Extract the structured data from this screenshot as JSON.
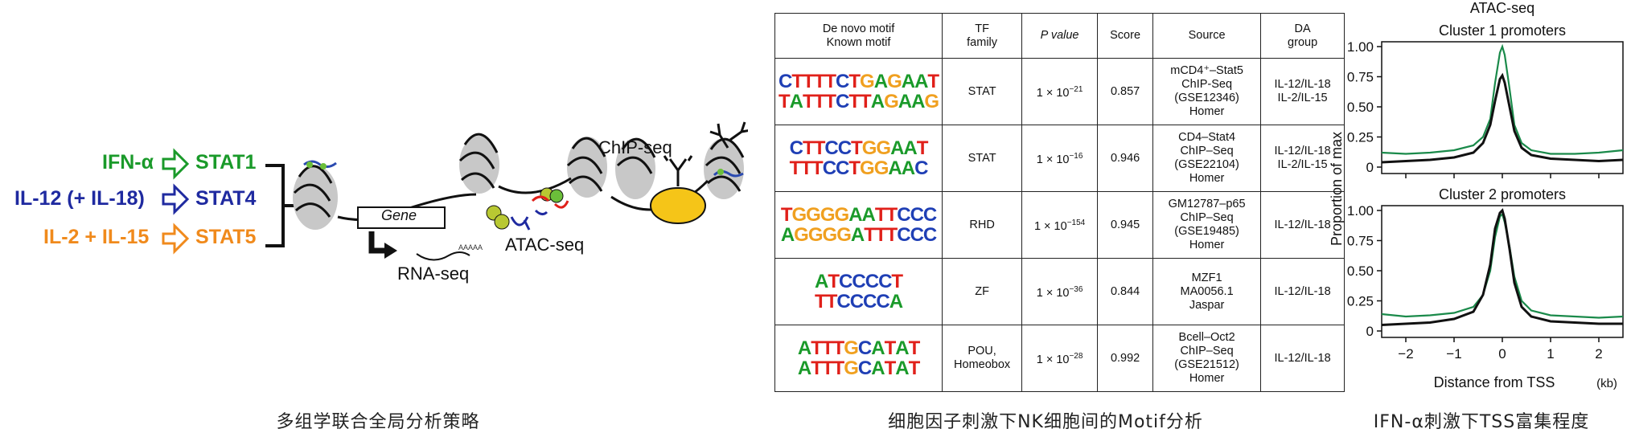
{
  "left_panel": {
    "signals": [
      {
        "stimulus": "IFN-α",
        "stat": "STAT1",
        "color": "#1a9a2a"
      },
      {
        "stimulus": "IL-12 (+ IL-18)",
        "stat": "STAT4",
        "color": "#1f2aa0"
      },
      {
        "stimulus": "IL-2 + IL-15",
        "stat": "STAT5",
        "color": "#f08a1c"
      }
    ],
    "gene_label": "Gene",
    "rnaseq_label": "RNA-seq",
    "atacseq_label": "ATAC-seq",
    "chipseq_label": "ChIP-seq",
    "caption": "多组学联合全局分析策略"
  },
  "motif_table": {
    "headers": [
      "De novo motif\nKnown motif",
      "TF\nfamily",
      "P value",
      "Score",
      "Source",
      "DA\ngroup"
    ],
    "rows": [
      {
        "logo_top": "CTTTTCTGAGAAT",
        "logo_bottom": "TATTTCTTAGAAG",
        "family": "STAT",
        "pvalue_mantissa": "1 × 10",
        "pvalue_exp": "−21",
        "score": "0.857",
        "source": "mCD4⁺–Stat5\nChIP-Seq\n(GSE12346)\nHomer",
        "da_group": "IL-12/IL-18\nIL-2/IL-15"
      },
      {
        "logo_top": "CTTCCTGGAAT",
        "logo_bottom": "TTTCCTGGAAC",
        "family": "STAT",
        "pvalue_mantissa": "1 × 10",
        "pvalue_exp": "−16",
        "score": "0.946",
        "source": "CD4–Stat4\nChIP–Seq\n(GSE22104)\nHomer",
        "da_group": "IL-12/IL-18\nIL-2/IL-15"
      },
      {
        "logo_top": "TGGGGAATTCCC",
        "logo_bottom": "AGGGGATTTCCC",
        "family": "RHD",
        "pvalue_mantissa": "1 × 10",
        "pvalue_exp": "−154",
        "score": "0.945",
        "source": "GM12787–p65\nChIP–Seq\n(GSE19485)\nHomer",
        "da_group": "IL-12/IL-18"
      },
      {
        "logo_top": "ATCCCCT",
        "logo_bottom": "TTCCCCA",
        "family": "ZF",
        "pvalue_mantissa": "1 × 10",
        "pvalue_exp": "−36",
        "score": "0.844",
        "source": "MZF1\nMA0056.1\nJaspar",
        "da_group": "IL-12/IL-18"
      },
      {
        "logo_top": "ATTTGCATAT",
        "logo_bottom": "ATTTGCATAT",
        "family": "POU,\nHomeobox",
        "pvalue_mantissa": "1 × 10",
        "pvalue_exp": "−28",
        "score": "0.992",
        "source": "Bcell–Oct2\nChIP–Seq\n(GSE21512)\nHomer",
        "da_group": "IL-12/IL-18"
      }
    ],
    "caption": "细胞因子刺激下NK细胞间的Motif分析"
  },
  "nucleotide_colors": {
    "A": "#1a9a2a",
    "C": "#1f3fb5",
    "G": "#f0a020",
    "T": "#e0201a"
  },
  "chart_data": [
    {
      "type": "line",
      "suptitle": "ATAC-seq",
      "title": "Cluster 1 promoters",
      "ylabel": "Proportion of max",
      "xlim": [
        -2.5,
        2.5
      ],
      "ylim": [
        0,
        1.0
      ],
      "yticks": [
        "0",
        "0.25",
        "0.50",
        "0.75",
        "1.00"
      ],
      "series": [
        {
          "color": "#1a8a4a",
          "x": [
            -2.5,
            -2,
            -1.5,
            -1,
            -0.6,
            -0.4,
            -0.25,
            -0.15,
            -0.05,
            0,
            0.05,
            0.15,
            0.25,
            0.4,
            0.6,
            1,
            1.5,
            2,
            2.5
          ],
          "y": [
            0.12,
            0.11,
            0.12,
            0.14,
            0.18,
            0.25,
            0.4,
            0.7,
            0.95,
            1.0,
            0.93,
            0.65,
            0.35,
            0.2,
            0.14,
            0.11,
            0.11,
            0.12,
            0.14
          ]
        },
        {
          "color": "#111111",
          "x": [
            -2.5,
            -2,
            -1.5,
            -1,
            -0.6,
            -0.4,
            -0.25,
            -0.15,
            -0.05,
            0,
            0.05,
            0.15,
            0.25,
            0.4,
            0.6,
            1,
            1.5,
            2,
            2.5
          ],
          "y": [
            0.04,
            0.05,
            0.06,
            0.08,
            0.12,
            0.2,
            0.35,
            0.55,
            0.73,
            0.76,
            0.7,
            0.5,
            0.3,
            0.16,
            0.1,
            0.07,
            0.06,
            0.05,
            0.06
          ]
        }
      ]
    },
    {
      "type": "line",
      "title": "Cluster 2 promoters",
      "xlabel": "Distance from TSS",
      "xunit": "(kb)",
      "ylabel": "Proportion of max",
      "xlim": [
        -2.5,
        2.5
      ],
      "ylim": [
        0,
        1.0
      ],
      "xticks": [
        "−2",
        "−1",
        "0",
        "1",
        "2"
      ],
      "yticks": [
        "0",
        "0.25",
        "0.50",
        "0.75",
        "1.00"
      ],
      "series": [
        {
          "color": "#1a8a4a",
          "x": [
            -2.5,
            -2,
            -1.5,
            -1,
            -0.6,
            -0.4,
            -0.25,
            -0.15,
            -0.05,
            0,
            0.05,
            0.15,
            0.25,
            0.4,
            0.6,
            1,
            1.5,
            2,
            2.5
          ],
          "y": [
            0.14,
            0.12,
            0.13,
            0.15,
            0.2,
            0.3,
            0.5,
            0.78,
            0.95,
            0.97,
            0.9,
            0.7,
            0.45,
            0.25,
            0.17,
            0.13,
            0.12,
            0.11,
            0.12
          ]
        },
        {
          "color": "#111111",
          "x": [
            -2.5,
            -2,
            -1.5,
            -1,
            -0.6,
            -0.4,
            -0.25,
            -0.15,
            -0.05,
            0,
            0.05,
            0.15,
            0.25,
            0.4,
            0.6,
            1,
            1.5,
            2,
            2.5
          ],
          "y": [
            0.05,
            0.06,
            0.07,
            0.1,
            0.16,
            0.3,
            0.55,
            0.85,
            0.98,
            1.0,
            0.93,
            0.68,
            0.4,
            0.2,
            0.12,
            0.08,
            0.07,
            0.06,
            0.06
          ]
        }
      ]
    }
  ],
  "right_caption": "IFN-α刺激下TSS富集程度"
}
